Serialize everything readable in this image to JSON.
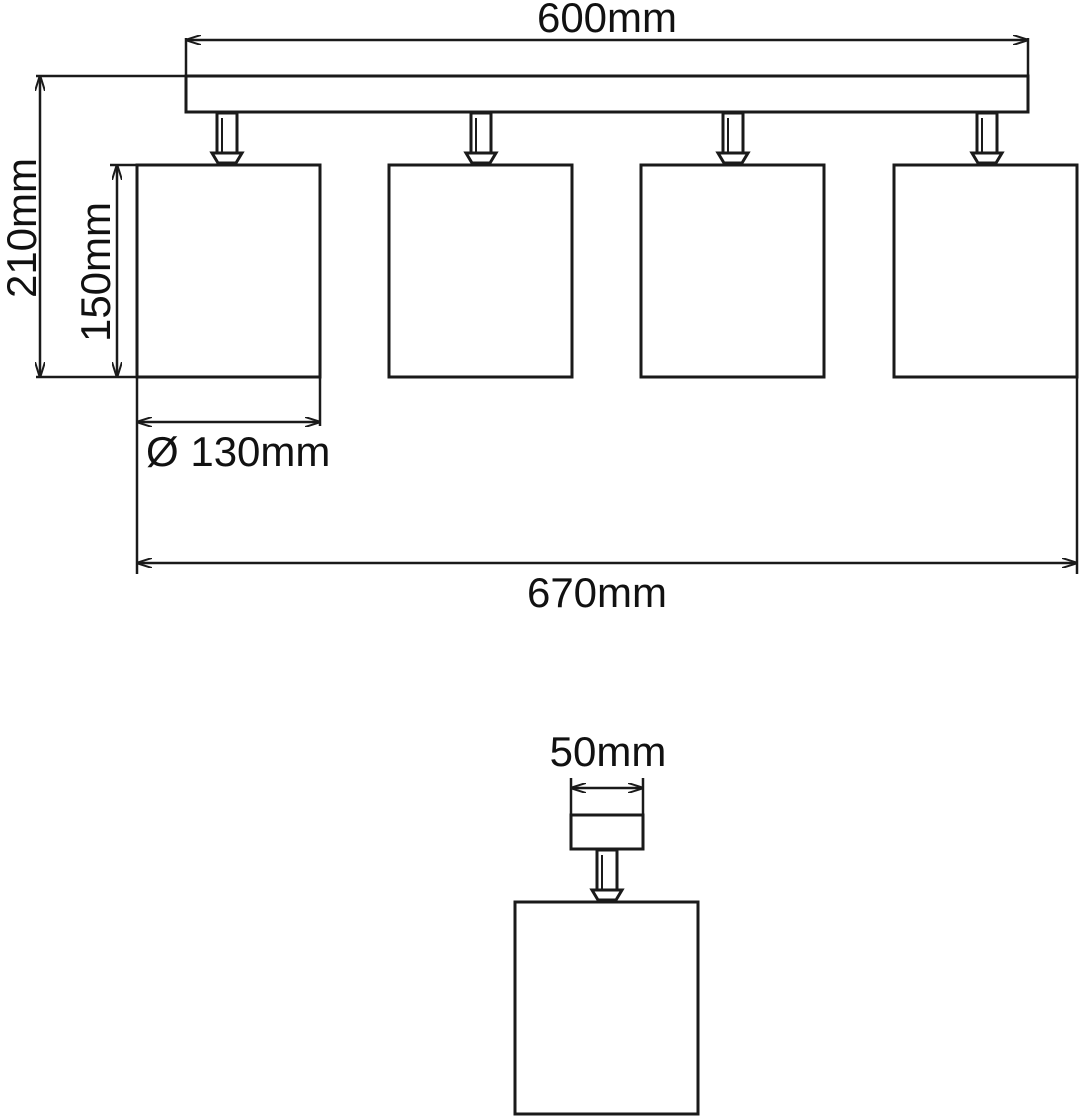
{
  "diagram": {
    "colors": {
      "line": "#1a1a1a",
      "background": "#ffffff"
    },
    "dimensions": {
      "mount_length": "600mm",
      "total_height": "210mm",
      "shade_height": "150mm",
      "shade_diameter": "Ø 130mm",
      "total_length": "670mm",
      "mount_width": "50mm"
    },
    "spotlight_count": 4
  }
}
